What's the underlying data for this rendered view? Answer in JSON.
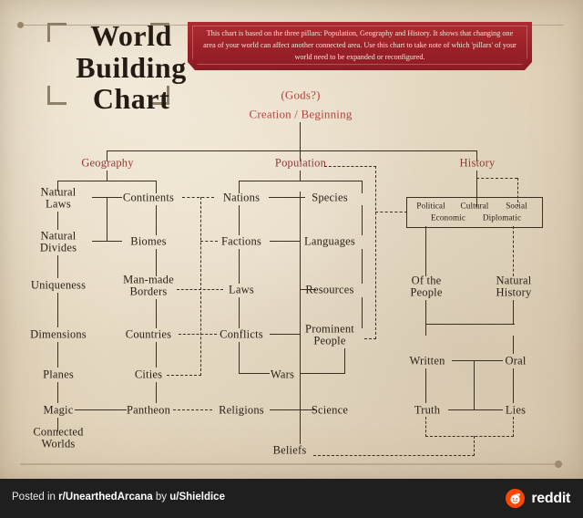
{
  "page": {
    "title_lines": [
      "World",
      "Building",
      "Chart"
    ],
    "banner_text": "This chart is based on the three pillars: Population, Geography and History. It shows that changing one area of your world can affect another connected area. Use this chart to take note of which 'pillars' of your world need to be expanded or reconfigured.",
    "root_question": "(Gods?)",
    "root_label": "Creation  /  Beginning",
    "accent_red": "#b5453f",
    "banner_red": "#9c2129",
    "ink": "#2a2118",
    "paper": "#e6d9c2"
  },
  "pillars": {
    "geography": "Geography",
    "population": "Population",
    "history": "History"
  },
  "geography_nodes": {
    "natural_laws": "Natural\nLaws",
    "natural_laws_l1": "Natural",
    "natural_laws_l2": "Laws",
    "continents": "Continents",
    "natural_divides_l1": "Natural",
    "natural_divides_l2": "Divides",
    "biomes": "Biomes",
    "uniqueness": "Uniqueness",
    "man_made_l1": "Man-made",
    "man_made_l2": "Borders",
    "dimensions": "Dimensions",
    "countries": "Countries",
    "planes": "Planes",
    "cities": "Cities",
    "magic": "Magic",
    "pantheon": "Pantheon",
    "connected_l1": "Connected",
    "connected_l2": "Worlds"
  },
  "population_nodes": {
    "nations": "Nations",
    "species": "Species",
    "factions": "Factions",
    "languages": "Languages",
    "laws": "Laws",
    "resources": "Resources",
    "conflicts": "Conflicts",
    "prominent_l1": "Prominent",
    "prominent_l2": "People",
    "wars": "Wars",
    "religions": "Religions",
    "science": "Science",
    "beliefs": "Beliefs"
  },
  "history_nodes": {
    "box": {
      "row1": [
        "Political",
        "Cultural",
        "Social"
      ],
      "row2": [
        "Economic",
        "Diplomatic"
      ],
      "political": "Political",
      "cultural": "Cultural",
      "social": "Social",
      "economic": "Economic",
      "diplomatic": "Diplomatic"
    },
    "of_the_people_l1": "Of the",
    "of_the_people_l2": "People",
    "natural_history_l1": "Natural",
    "natural_history_l2": "History",
    "written": "Written",
    "oral": "Oral",
    "truth": "Truth",
    "lies": "Lies"
  },
  "footer": {
    "prefix": "Posted in ",
    "subreddit": "r/UnearthedArcana",
    "middle": " by ",
    "user": "u/Shieldice",
    "brand": "reddit"
  },
  "chart_data": {
    "type": "diagram",
    "title": "World Building Chart",
    "root": "Creation / Beginning",
    "branches": [
      {
        "name": "Geography",
        "columns": [
          [
            "Natural Laws",
            "Natural Divides",
            "Uniqueness",
            "Dimensions",
            "Planes",
            "Magic",
            "Connected Worlds"
          ],
          [
            "Continents",
            "Biomes",
            "Man-made Borders",
            "Countries",
            "Cities",
            "Pantheon"
          ]
        ]
      },
      {
        "name": "Population",
        "columns": [
          [
            "Nations",
            "Factions",
            "Laws",
            "Conflicts",
            "Wars",
            "Religions",
            "Beliefs"
          ],
          [
            "Species",
            "Languages",
            "Resources",
            "Prominent People",
            "Science"
          ]
        ]
      },
      {
        "name": "History",
        "columns": [
          [
            "Political",
            "Cultural",
            "Social",
            "Economic",
            "Diplomatic"
          ],
          [
            "Of the People",
            "Natural History"
          ],
          [
            "Written",
            "Oral"
          ],
          [
            "Truth",
            "Lies"
          ]
        ]
      }
    ],
    "cross_links": [
      "Continents -- Nations",
      "Man-made Borders -- Laws",
      "Countries -- Conflicts",
      "Cities -- (up to Continents line)",
      "Pantheon -- Religions",
      "Population -- Political/Cultural/Social box",
      "History -- Political box",
      "Beliefs -- Truth / Lies"
    ]
  }
}
